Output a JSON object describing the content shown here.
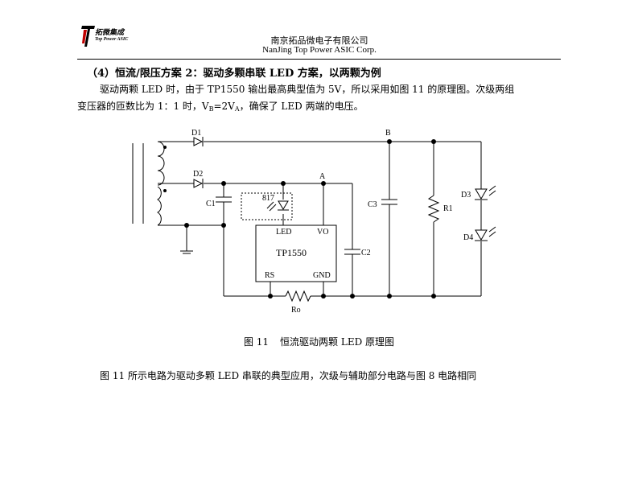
{
  "header": {
    "logo_cn": "拓微集成",
    "logo_en": "Top Power ASIC",
    "company_cn": "南京拓品微电子有限公司",
    "company_en": "NanJing Top Power ASIC Corp."
  },
  "section": {
    "title": "（4）恒流/限压方案 2：驱动多颗串联 LED 方案，以两颗为例"
  },
  "paragraph": {
    "line1": "驱动两颗 LED 时，由于 TP1550 输出最高典型值为 5V，所以采用如图 11 的原理图。次级两组",
    "line2_pre": "变压器的匝数比为 1：1 时，V",
    "sub_b": "B",
    "line2_mid": "=2V",
    "sub_a": "A",
    "line2_post": "，确保了 LED 两端的电压。"
  },
  "schematic": {
    "labels": {
      "d1": "D1",
      "d2": "D2",
      "c1": "C1",
      "node_a": "A",
      "node_b": "B",
      "c3": "C3",
      "r1": "R1",
      "d3": "D3",
      "d4": "D4",
      "opto": "817",
      "chip": "TP1550",
      "pin_led": "LED",
      "pin_vo": "VO",
      "pin_rs": "RS",
      "pin_gnd": "GND",
      "c2": "C2",
      "ro": "Ro"
    }
  },
  "figure": {
    "number": "图 11",
    "title": "恒流驱动两颗 LED 原理图"
  },
  "note": {
    "text": "图 11 所示电路为驱动多颗 LED 串联的典型应用，次级与辅助部分电路与图 8 电路相同"
  }
}
